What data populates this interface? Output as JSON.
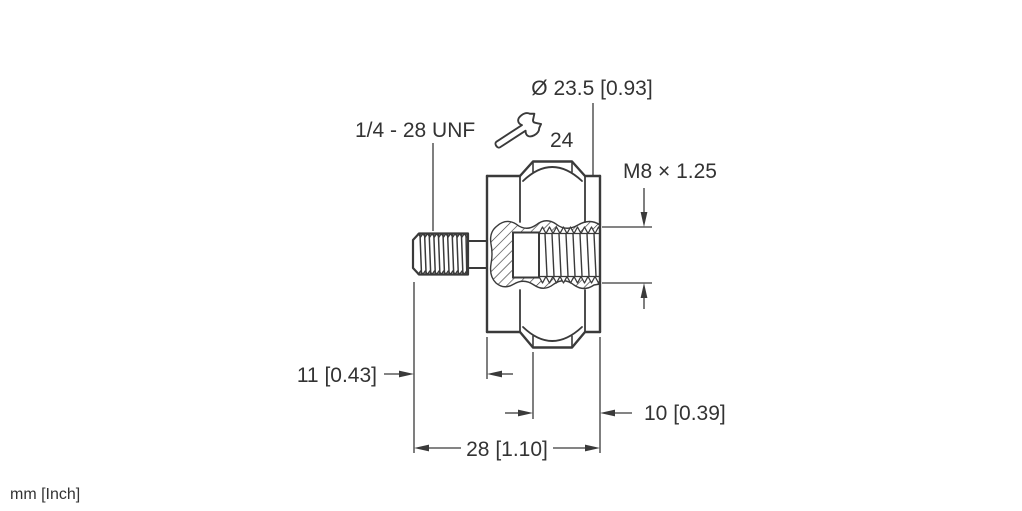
{
  "meta": {
    "units_note": "mm [Inch]",
    "drawing_type": "dimensioned side view with broken-out section"
  },
  "labels": {
    "external_thread": "1/4 - 28 UNF",
    "outer_diameter": "Ø 23.5 [0.93]",
    "wrench_size": "24",
    "internal_thread": "M8 × 1.25"
  },
  "dimensions": {
    "thread_length": "11 [0.43]",
    "overall_length": "28 [1.10]",
    "hex_end_length": "10 [0.39]"
  },
  "colors": {
    "line": "#3a3a3a",
    "text": "#333333",
    "background": "#ffffff"
  }
}
